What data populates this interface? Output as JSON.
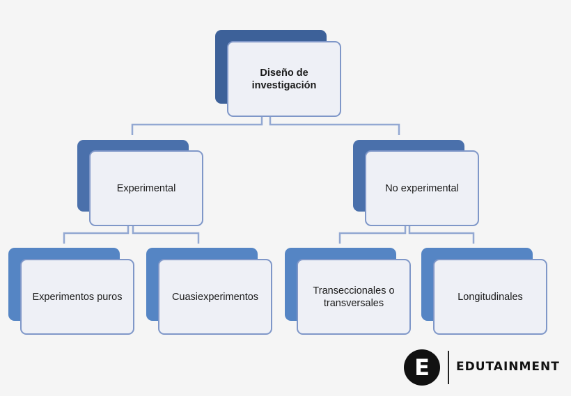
{
  "colors": {
    "background": "#f5f5f5",
    "connector": "#93a8d2",
    "root_back": "#3d6199",
    "level1_back": "#4a70ab",
    "level2_back": "#5585c4",
    "front_fill": "#eef0f6",
    "front_border": "#7f97c8"
  },
  "nodes": {
    "root": {
      "line1": "Diseño de",
      "line2": "investigación"
    },
    "experimental": {
      "label": "Experimental"
    },
    "no_experimental": {
      "label": "No experimental"
    },
    "experimentos_puros": {
      "label": "Experimentos puros"
    },
    "cuasiexperimentos": {
      "label": "Cuasiexperimentos"
    },
    "transeccionales": {
      "line1": "Transeccionales o",
      "line2": "transversales"
    },
    "longitudinales": {
      "label": "Longitudinales"
    }
  },
  "logo": {
    "letter": "E",
    "name": "EDUTAINMENT"
  }
}
